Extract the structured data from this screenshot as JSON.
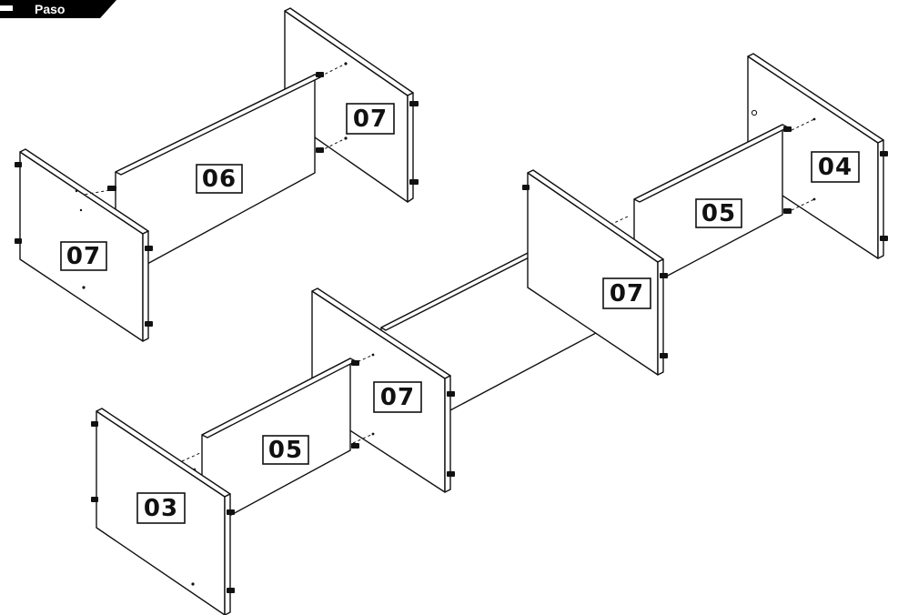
{
  "step_badge": {
    "label": "Paso",
    "color": "#000000"
  },
  "part_labels": {
    "top_left_back": "07",
    "top_left_middle": "06",
    "top_left_front": "07",
    "right_back": "04",
    "right_middle": "05",
    "center_right_divider": "07",
    "center_left_divider": "07",
    "front_middle": "05",
    "front_end": "03"
  }
}
